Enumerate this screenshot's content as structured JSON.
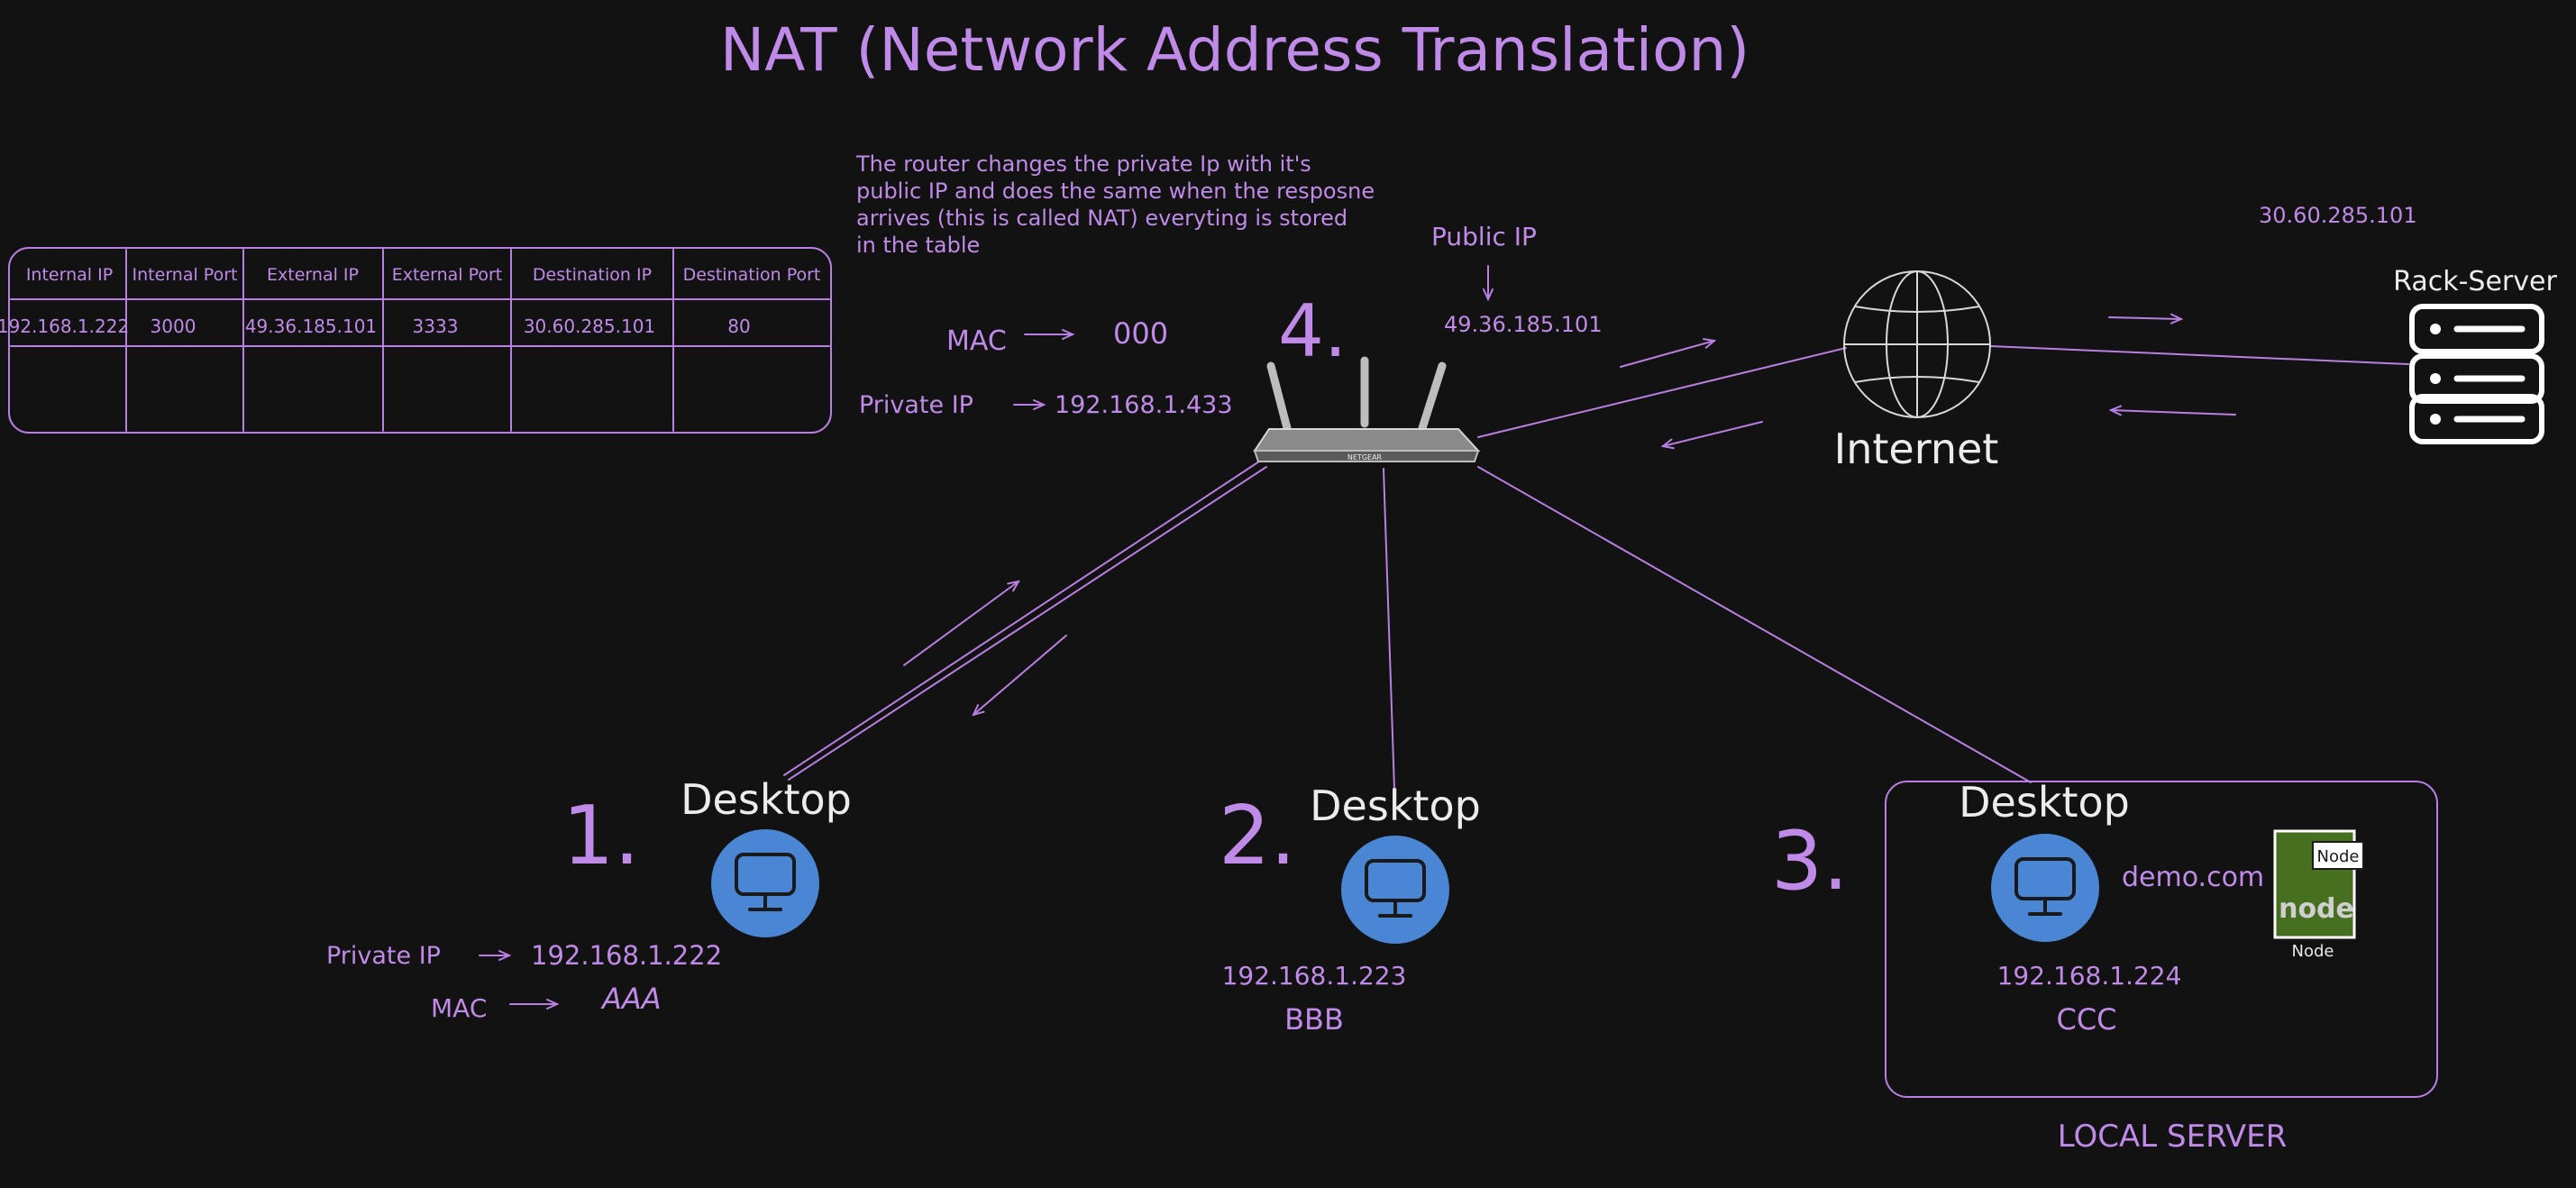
{
  "title": "NAT (Network Address Translation)",
  "note": {
    "lines": [
      "The router changes the private Ip with it's",
      "public IP and does the same when the resposne",
      "arrives (this is called NAT) everyting is stored",
      "in the table"
    ]
  },
  "nat_table": {
    "headers": [
      "Internal IP",
      "Internal Port",
      "External IP",
      "External Port",
      "Destination IP",
      "Destination Port"
    ],
    "rows": [
      [
        "192.168.1.222",
        "3000",
        "49.36.185.101",
        "3333",
        "30.60.285.101",
        "80"
      ]
    ]
  },
  "router": {
    "step": "4.",
    "mac_label": "MAC",
    "mac_value": "000",
    "private_ip_label": "Private IP",
    "private_ip_value": "192.168.1.433",
    "public_ip_label": "Public IP",
    "public_ip_value": "49.36.185.101",
    "brand": "NETGEAR"
  },
  "internet": {
    "label": "Internet"
  },
  "server": {
    "label": "Rack-Server",
    "ip": "30.60.285.101"
  },
  "desktops": [
    {
      "step": "1.",
      "label": "Desktop",
      "private_ip_label": "Private IP",
      "ip": "192.168.1.222",
      "mac_label": "MAC",
      "mac": "AAA"
    },
    {
      "step": "2.",
      "label": "Desktop",
      "ip": "192.168.1.223",
      "mac": "BBB"
    },
    {
      "step": "3.",
      "label": "Desktop",
      "ip": "192.168.1.224",
      "mac": "CCC"
    }
  ],
  "local_server": {
    "label": "LOCAL SERVER",
    "domain": "demo.com",
    "badge_text": "Node",
    "logo_text": "node",
    "logo_caption": "Node"
  },
  "colors": {
    "background": "#121212",
    "accent": "#c08ae8",
    "desktop_blue": "#4a86d4",
    "node_green": "#466f1f"
  }
}
